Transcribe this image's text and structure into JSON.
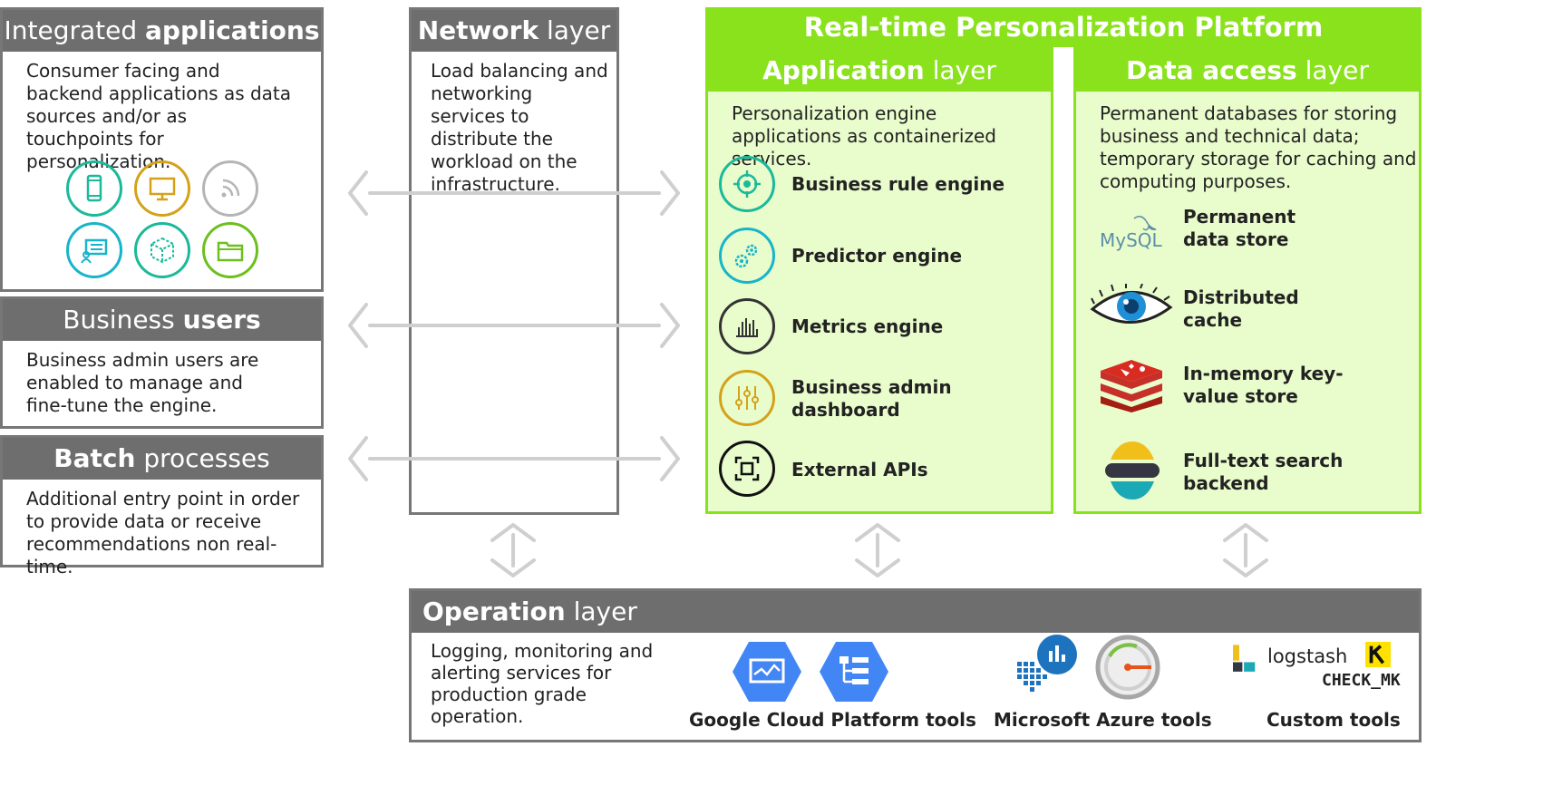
{
  "integrated": {
    "title_normal": "Integrated ",
    "title_bold": "applications",
    "description": "Consumer facing and backend applications as data sources and/or as touchpoints for personalization.",
    "icons": [
      "mobile-icon",
      "monitor-icon",
      "rss-icon",
      "chat-icon",
      "cube-icon",
      "folder-icon"
    ]
  },
  "business_users": {
    "title_normal": "Business ",
    "title_bold": "users",
    "description": "Business admin users are enabled to manage and fine-tune the engine."
  },
  "batch": {
    "title_bold": "Batch",
    "title_normal": " processes",
    "description": "Additional entry point in order to provide data or receive recommendations non real-time."
  },
  "network": {
    "title_bold": "Network",
    "title_normal": " layer",
    "description": "Load balancing and networking services to distribute the workload on the infrastructure."
  },
  "platform": {
    "title": "Real-time Personalization Platform",
    "application": {
      "title_bold": "Application",
      "title_normal": " layer",
      "description": "Personalization engine applications as containerized services.",
      "items": [
        {
          "label": "Business rule engine",
          "icon": "target-icon"
        },
        {
          "label": "Predictor engine",
          "icon": "gears-icon"
        },
        {
          "label": "Metrics engine",
          "icon": "bar-chart-icon"
        },
        {
          "label": "Business admin dashboard",
          "icon": "sliders-icon"
        },
        {
          "label": "External APIs",
          "icon": "api-frame-icon"
        }
      ]
    },
    "data_access": {
      "title_bold": "Data access",
      "title_normal": " layer",
      "description": "Permanent databases for storing business and technical data; temporary storage for caching and computing purposes.",
      "items": [
        {
          "label": "Permanent data store",
          "logo": "MySQL"
        },
        {
          "label": "Distributed cache",
          "icon": "eye-logo-icon"
        },
        {
          "label": "In-memory key-value store",
          "icon": "redis-logo-icon"
        },
        {
          "label": "Full-text search backend",
          "icon": "elastic-logo-icon"
        }
      ]
    }
  },
  "operation": {
    "title_bold": "Operation",
    "title_normal": " layer",
    "description": "Logging,  monitoring and alerting services for production grade operation.",
    "tools": [
      {
        "label": "Google Cloud Platform tools"
      },
      {
        "label": "Microsoft Azure tools"
      },
      {
        "label": "Custom tools",
        "logos": [
          "logstash",
          "CHECK_MK"
        ]
      }
    ]
  },
  "colors": {
    "header_gray": "#6e6e6e",
    "border_gray": "#777777",
    "platform_green": "#8ae21c",
    "platform_bg": "#e9fccc",
    "teal": "#1bb99a",
    "cyan": "#18b4c9",
    "gold": "#d4a21a",
    "light_gray": "#b5b5b5",
    "green": "#6cc01e"
  }
}
